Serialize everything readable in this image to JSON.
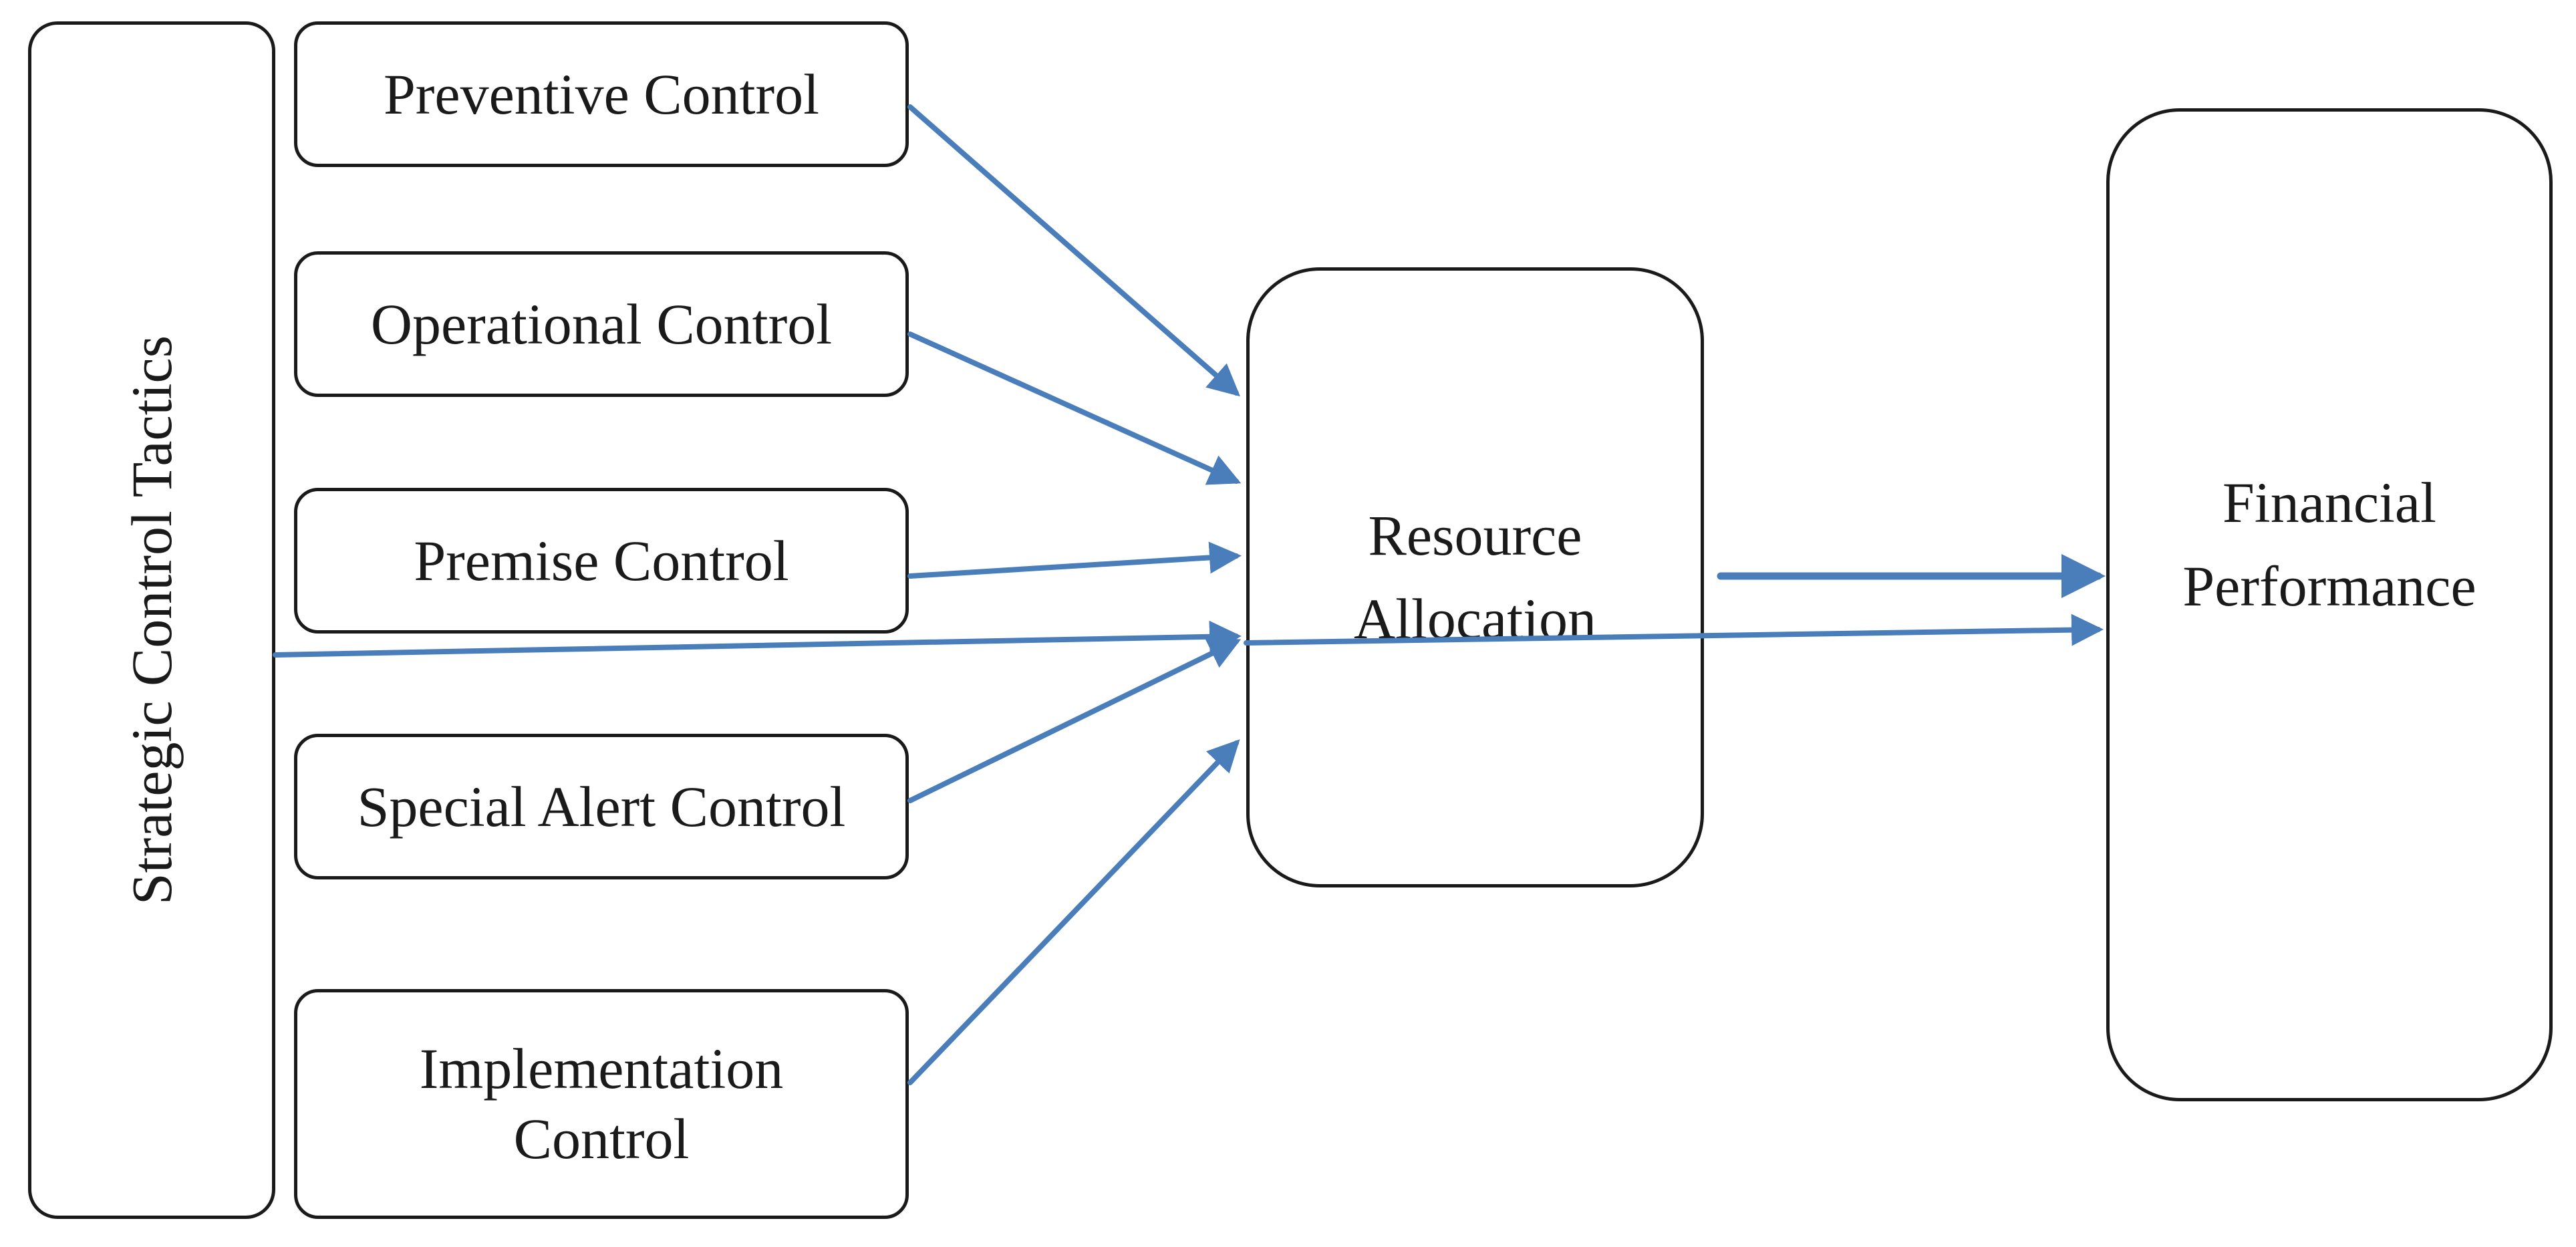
{
  "side_label": "Strategic Control Tactics",
  "controls": [
    {
      "label": "Preventive Control"
    },
    {
      "label": "Operational Control"
    },
    {
      "label": "Premise Control"
    },
    {
      "label": "Special Alert Control"
    },
    {
      "label_line1": "Implementation",
      "label_line2": "Control"
    }
  ],
  "center": {
    "line1": "Resource",
    "line2": "Allocation"
  },
  "outcome": {
    "line1": "Financial",
    "line2": "Performance"
  },
  "colors": {
    "arrow": "#4a7ebb",
    "border": "#1a1a1a"
  }
}
